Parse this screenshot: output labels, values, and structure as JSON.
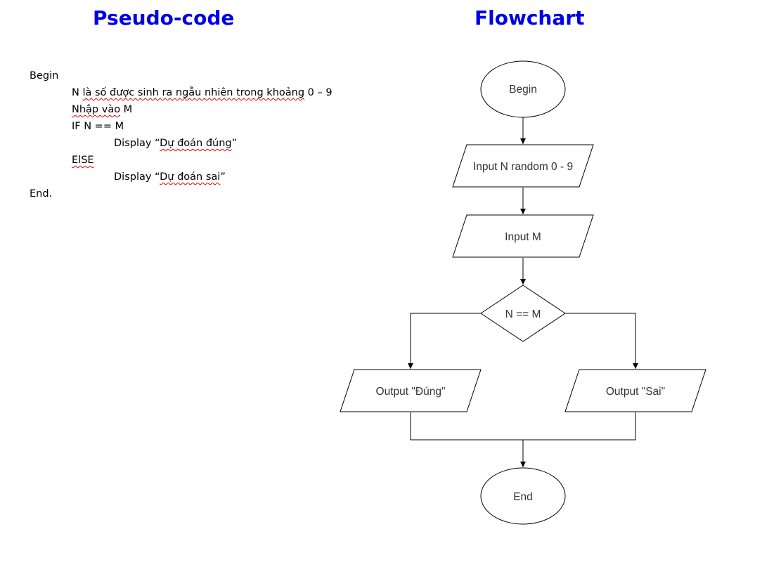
{
  "headings": {
    "pseudo": "Pseudo-code",
    "flowchart": "Flowchart"
  },
  "pseudocode": {
    "begin": "Begin",
    "line1_a": "N ",
    "line1_b": "là số được sinh ra ngẫu nhiên trong khoảng",
    "line1_c": " 0 – 9",
    "line2_a": "Nhập vào",
    "line2_b": " M",
    "line3": "IF N == M",
    "line4_a": "Display “",
    "line4_b": "Dự đoán đúng",
    "line4_c": "”",
    "line5": "ElSE",
    "line6_a": "Display “",
    "line6_b": "Dự đoán sai",
    "line6_c": "”",
    "end": "End."
  },
  "flowchart": {
    "begin": "Begin",
    "input_n": "Input N random 0 - 9",
    "input_m": "Input M",
    "decision": "N == M",
    "output_true": "Output \"Đúng\"",
    "output_false": "Output \"Sai\"",
    "end": "End"
  }
}
